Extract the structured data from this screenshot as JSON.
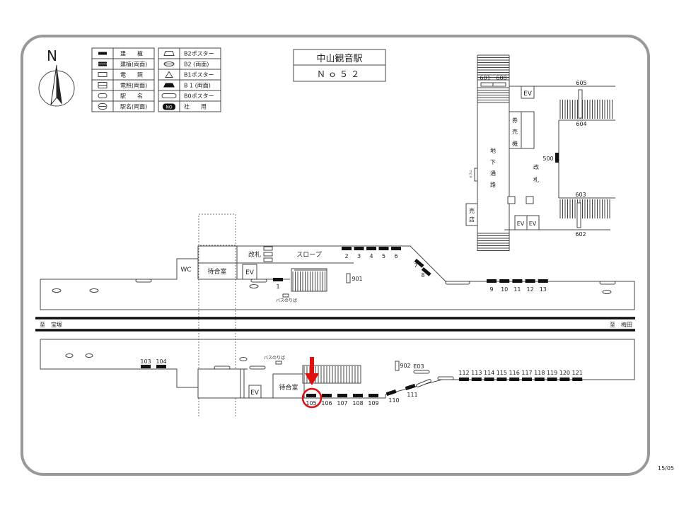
{
  "station": {
    "name": "中山観音駅",
    "number": "Ｎｏ５２"
  },
  "compass": {
    "north_label": "N"
  },
  "legend": {
    "left": [
      "建　　植",
      "建植(両面)",
      "電　　照",
      "電照(両面)",
      "駅　　名",
      "駅名(両面)"
    ],
    "right": [
      "B2ポスター",
      "B2 (両面)",
      "B1ポスター",
      "B 1 (両面)",
      "B0ポスター",
      "社　　用"
    ],
    "company_badge": "NO"
  },
  "concourse": {
    "ev": "EV",
    "ticket_machine": [
      "券",
      "売",
      "機"
    ],
    "passage": [
      "地",
      "下",
      "通",
      "路"
    ],
    "gate": [
      "改",
      "札"
    ],
    "shop": [
      "売",
      "店"
    ],
    "small_sign": "ナビタ",
    "ads": [
      "601",
      "600",
      "605",
      "604",
      "500",
      "603",
      "602"
    ]
  },
  "upper_platform": {
    "wc": "WC",
    "waiting_room": "待合室",
    "gate": "改札",
    "ev": "EV",
    "slope": "スロープ",
    "bus_stop": "バスのりば",
    "ads": [
      "1",
      "2",
      "3",
      "4",
      "5",
      "6",
      "7",
      "8",
      "9",
      "10",
      "11",
      "12",
      "13",
      "901"
    ]
  },
  "tracks": {
    "left_direction": "至　宝塚",
    "right_direction": "至　梅田"
  },
  "lower_platform": {
    "waiting_room": "待合室",
    "ev": "EV",
    "bus_stop": "バスのりば",
    "ads": [
      "103",
      "104",
      "105",
      "106",
      "107",
      "108",
      "109",
      "110",
      "111",
      "112",
      "113",
      "114",
      "115",
      "116",
      "117",
      "118",
      "119",
      "120",
      "121",
      "902",
      "E03"
    ],
    "highlighted": "105",
    "highlight_color": "#e01010"
  },
  "footer": {
    "date_code": "15/05"
  }
}
